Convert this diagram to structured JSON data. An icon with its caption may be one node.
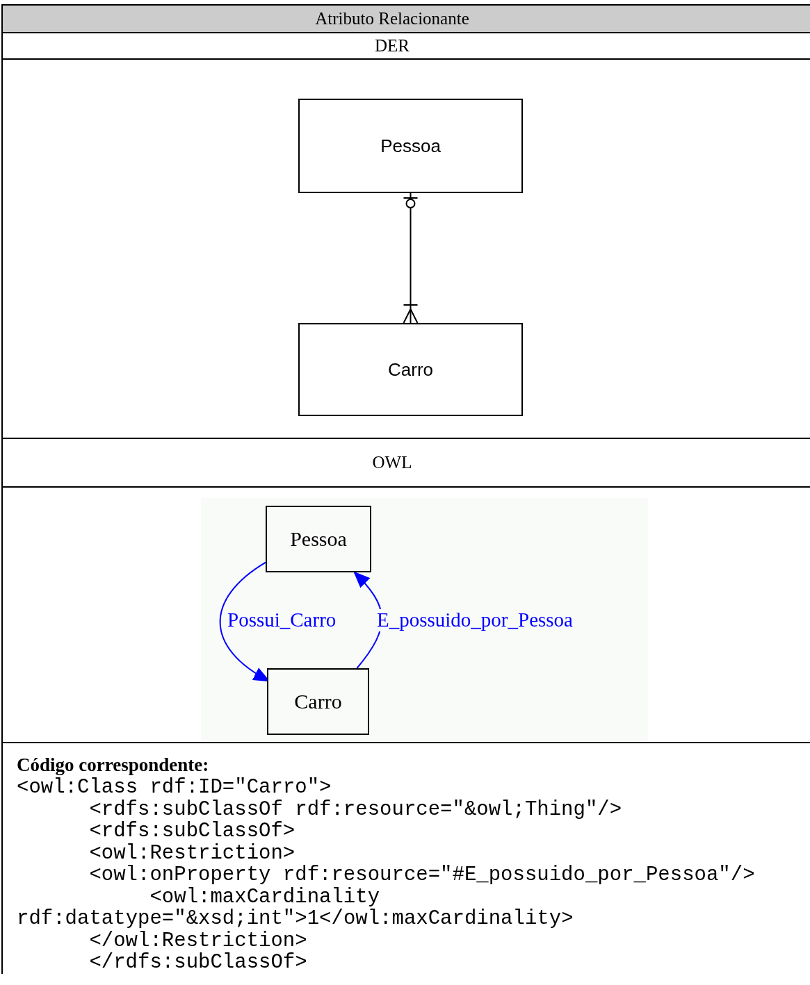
{
  "diagram": {
    "nodes": [
      {
        "text": [
          "Pessoa"
        ]
      },
      {
        "text": [
          "Carro"
        ]
      },
      {
        "text": [
          "Pessoa"
        ]
      },
      {
        "text": [
          "Carro"
        ]
      }
    ],
    "edges": [
      {
        "from": 0,
        "to": 1,
        "arrow": "other",
        "color": "#000000"
      },
      {
        "from": 2,
        "to": 3,
        "arrow": "to",
        "label": "Possui_Carro"
      },
      {
        "from": 3,
        "to": 2,
        "arrow": "to",
        "label": "E_possuido_por_Pessoa"
      }
    ],
    "labels": [
      "Atributo Relacionante",
      "DER",
      "OWL",
      "Código correspondente:",
      "<owl:Class rdf:ID=\"Carro\">",
      "<rdfs:subClassOf rdf:resource=\"&owl;Thing\"/>",
      "<rdfs:subClassOf>",
      "<owl:Restriction>",
      "<owl:onProperty rdf:resource=\"#E_possuido_por_Pessoa\"/>",
      "<owl:maxCardinality rdf:datatype=\"&xsd;int\">1</owl:maxCardinality>",
      "</owl:Restriction>",
      "</rdfs:subClassOf>"
    ]
  }
}
